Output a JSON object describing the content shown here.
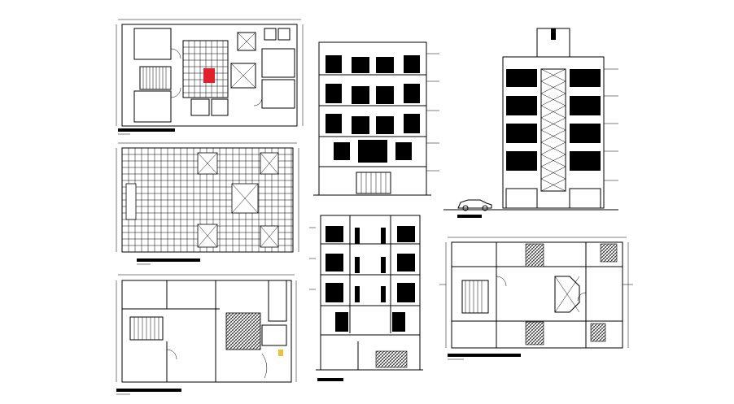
{
  "drawing": {
    "title": "",
    "panels": [
      {
        "id": "plan-ground",
        "kind": "floor-plan"
      },
      {
        "id": "plan-roof",
        "kind": "roof-plan"
      },
      {
        "id": "plan-typical",
        "kind": "floor-plan"
      },
      {
        "id": "elevation-front",
        "kind": "elevation"
      },
      {
        "id": "elevation-side",
        "kind": "elevation"
      },
      {
        "id": "section",
        "kind": "section"
      },
      {
        "id": "plan-upper",
        "kind": "floor-plan"
      }
    ],
    "colors": {
      "line": "#000000",
      "background": "#ffffff",
      "highlight": "#e0202a"
    }
  }
}
